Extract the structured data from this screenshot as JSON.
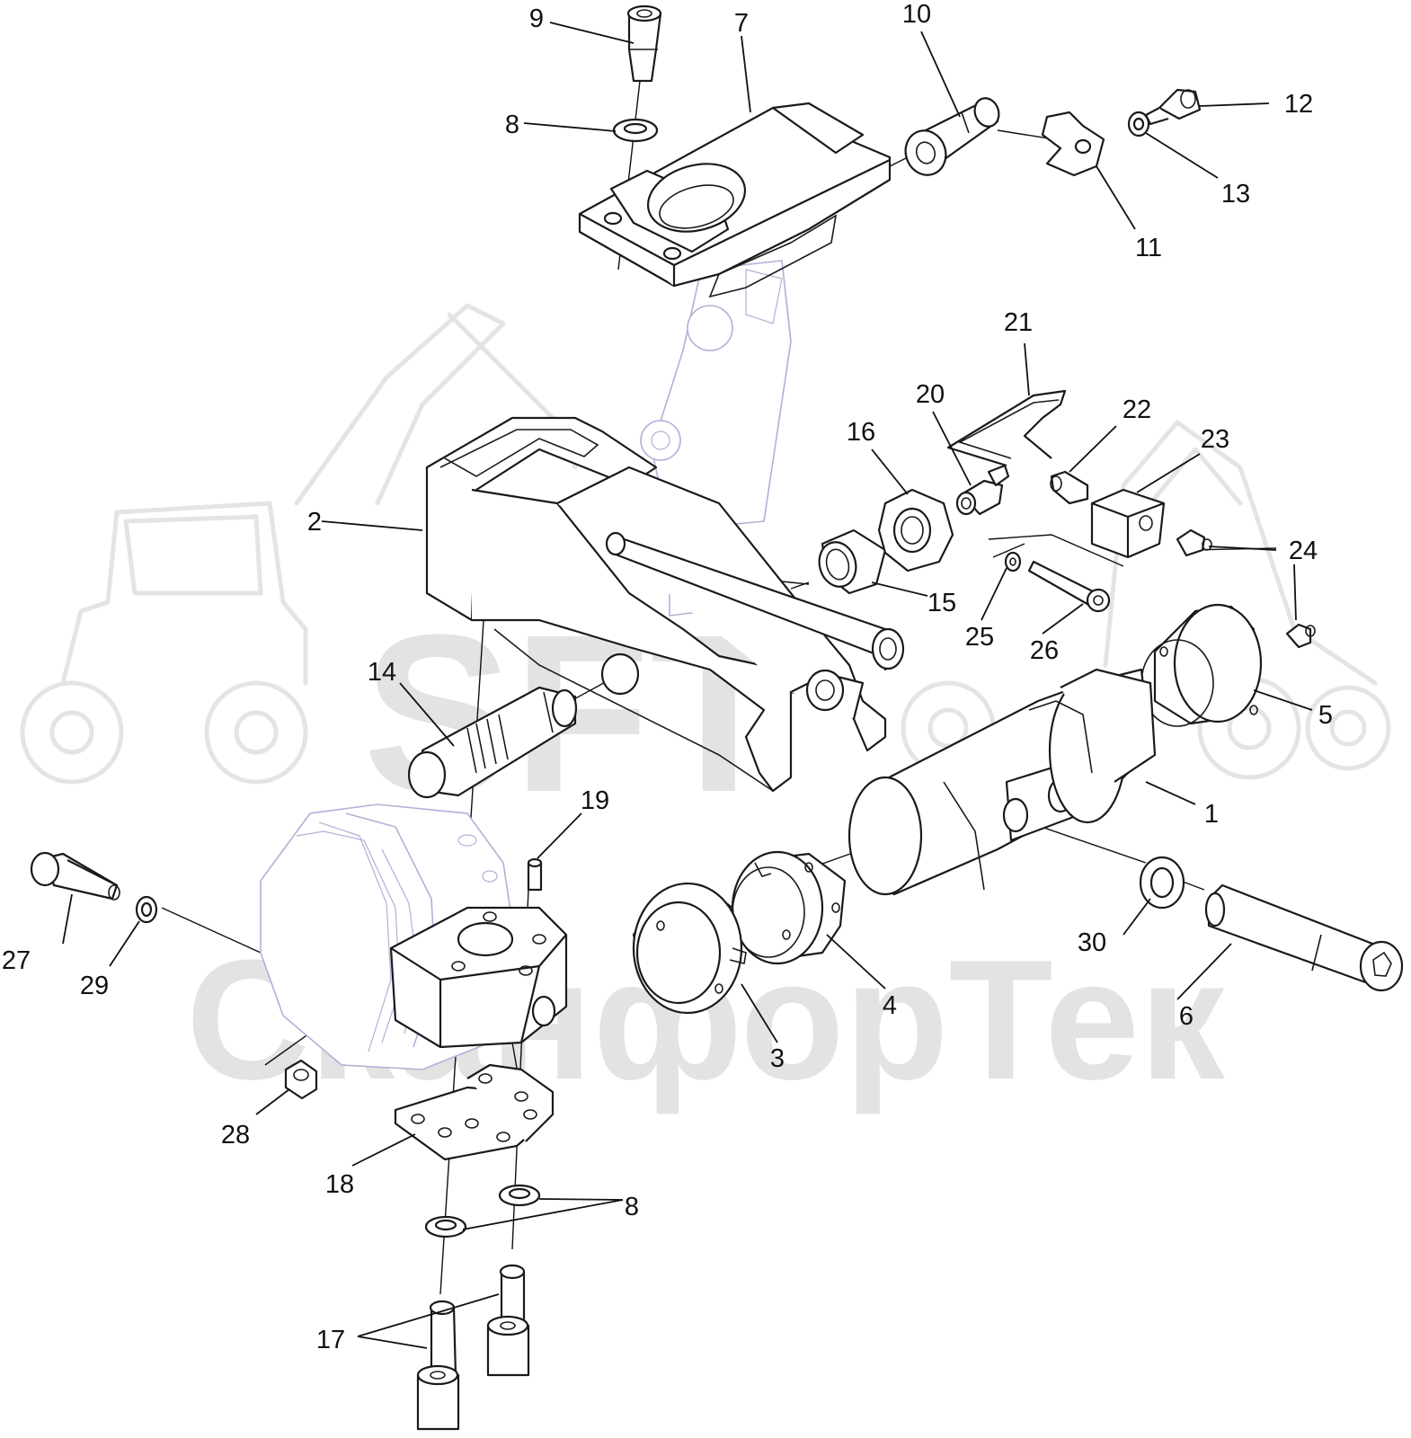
{
  "watermark": {
    "logo_text": "SFT",
    "brand_text": "СканфорТек"
  },
  "callouts": [
    {
      "id": "label-1",
      "text": "1"
    },
    {
      "id": "label-2",
      "text": "2"
    },
    {
      "id": "label-3",
      "text": "3"
    },
    {
      "id": "label-4",
      "text": "4"
    },
    {
      "id": "label-5",
      "text": "5"
    },
    {
      "id": "label-6",
      "text": "6"
    },
    {
      "id": "label-7",
      "text": "7"
    },
    {
      "id": "label-8-top",
      "text": "8"
    },
    {
      "id": "label-8-bottom",
      "text": "8"
    },
    {
      "id": "label-9",
      "text": "9"
    },
    {
      "id": "label-10",
      "text": "10"
    },
    {
      "id": "label-11",
      "text": "11"
    },
    {
      "id": "label-12",
      "text": "12"
    },
    {
      "id": "label-13",
      "text": "13"
    },
    {
      "id": "label-14",
      "text": "14"
    },
    {
      "id": "label-15",
      "text": "15"
    },
    {
      "id": "label-16",
      "text": "16"
    },
    {
      "id": "label-17",
      "text": "17"
    },
    {
      "id": "label-18",
      "text": "18"
    },
    {
      "id": "label-19",
      "text": "19"
    },
    {
      "id": "label-20",
      "text": "20"
    },
    {
      "id": "label-21",
      "text": "21"
    },
    {
      "id": "label-22",
      "text": "22"
    },
    {
      "id": "label-23",
      "text": "23"
    },
    {
      "id": "label-24",
      "text": "24"
    },
    {
      "id": "label-25",
      "text": "25"
    },
    {
      "id": "label-26",
      "text": "26"
    },
    {
      "id": "label-27",
      "text": "27"
    },
    {
      "id": "label-28",
      "text": "28"
    },
    {
      "id": "label-29",
      "text": "29"
    },
    {
      "id": "label-30",
      "text": "30"
    }
  ]
}
